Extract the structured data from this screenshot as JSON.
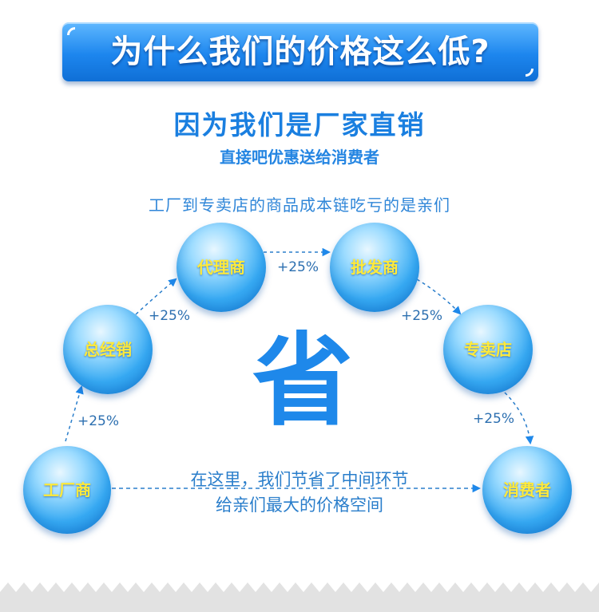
{
  "banner": {
    "title": "为什么我们的价格这么低?"
  },
  "headline": "因为我们是厂家直销",
  "subheadline": "直接吧优惠送给消费者",
  "intro": "工厂到专卖店的商品成本链吃亏的是亲们",
  "nodes": {
    "factory": "工厂商",
    "general_distributor": "总经销",
    "agent": "代理商",
    "wholesaler": "批发商",
    "store": "专卖店",
    "consumer": "消费者"
  },
  "markups": {
    "factory_to_distributor": "+25%",
    "distributor_to_agent": "+25%",
    "agent_to_wholesaler": "+25%",
    "wholesaler_to_store": "+25%",
    "store_to_consumer": "+25%"
  },
  "center_char": "省",
  "savings_note": {
    "line1": "在这里，我们节省了中间环节",
    "line2": "给亲们最大的价格空间"
  },
  "colors": {
    "accent": "#1e88ea",
    "label": "#ffea3a",
    "bubble": "#36a9f2"
  }
}
